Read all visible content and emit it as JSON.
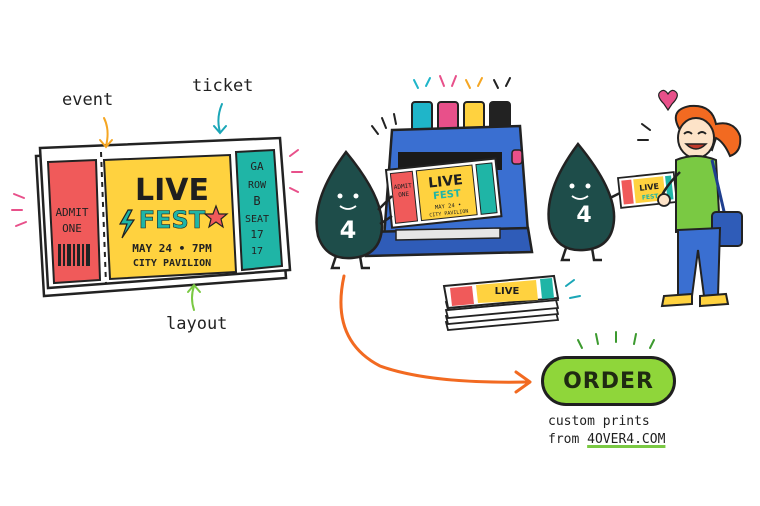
{
  "labels": {
    "event": "event",
    "ticket": "ticket",
    "layout": "layout"
  },
  "ticket": {
    "stub_line1": "ADMIT",
    "stub_line2": "ONE",
    "title_line1": "LIVE",
    "title_line2": "FEST",
    "date": "MAY 24 • 7PM",
    "venue": "CITY PAVILION",
    "side": [
      "GA",
      "ROW",
      "B",
      "SEAT",
      "17",
      "17"
    ]
  },
  "printed_ticket": {
    "stub_line1": "ADMIT",
    "stub_line2": "ONE",
    "title_line1": "LIVE",
    "title_line2": "FEST",
    "date": "MAY 24 •",
    "venue": "CITY PAVILION"
  },
  "mascot": {
    "number": "4"
  },
  "cta": {
    "button": "ORDER",
    "line1": "custom prints",
    "line2_prefix": "from ",
    "site": "4OVER4.COM"
  },
  "icons": [
    "heart-icon",
    "lightning-icon",
    "star-icon",
    "barcode-icon",
    "arrow-icon"
  ],
  "colors": {
    "stub_red": "#f05a5a",
    "main_yellow": "#ffd23f",
    "side_teal": "#1fb5a6",
    "printer_blue": "#3a6fd1",
    "mascot_dark": "#1e4d4a",
    "order_green": "#8fd63a",
    "arrow_orange": "#f26a21",
    "hair_orange": "#f26a21",
    "shirt_green": "#7ac943"
  }
}
